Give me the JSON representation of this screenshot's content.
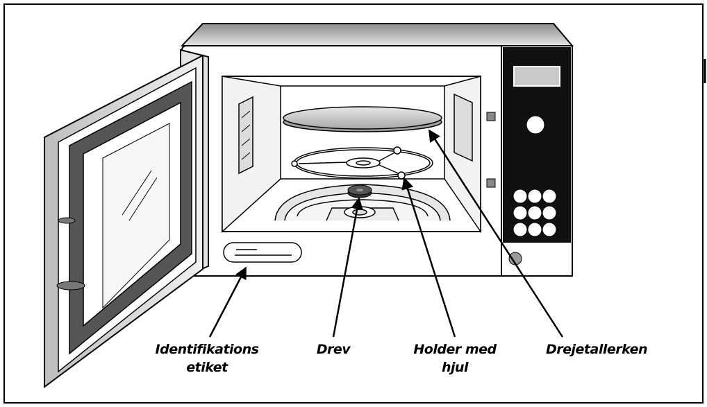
{
  "labels": {
    "id_label": {
      "line1": "Identifikations",
      "line2": "etiket"
    },
    "drive": {
      "line1": "Drev"
    },
    "roller_support": {
      "line1": "Holder med",
      "line2": "hjul"
    },
    "turntable": {
      "line1": "Drejetallerken"
    }
  },
  "colors": {
    "outline": "#000000",
    "body": "#ffffff",
    "panel": "#111111",
    "door_gasket": "#555555",
    "cavity_shade": "#dcdcdc",
    "plate": "#c8c8c8"
  }
}
